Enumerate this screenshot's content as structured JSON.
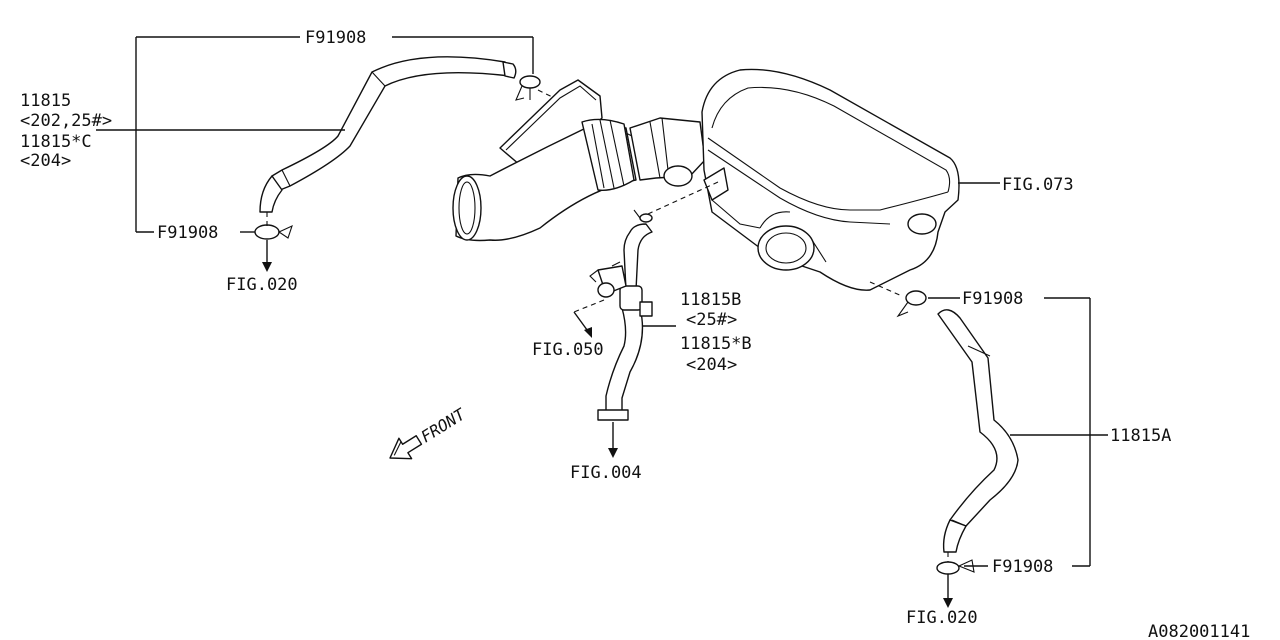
{
  "labels": {
    "clamp_top": "F91908",
    "hose_left_pn": "11815",
    "hose_left_pn_note": "<202,25#>",
    "hose_left_alt_pn": "11815*C",
    "hose_left_alt_note": "<204>",
    "clamp_left": "F91908",
    "fig_left": "FIG.020",
    "fig_air_cleaner": "FIG.073",
    "hose_center_pn": "11815B",
    "hose_center_pn_note": "<25#>",
    "hose_center_alt_pn": "11815*B",
    "hose_center_alt_note": "<204>",
    "fig_center_valve": "FIG.050",
    "fig_center_bottom": "FIG.004",
    "clamp_right_top": "F91908",
    "hose_right_pn": "11815A",
    "clamp_right_bottom": "F91908",
    "fig_right": "FIG.020",
    "front_indicator": "FRONT",
    "diagram_id": "A082001141"
  }
}
